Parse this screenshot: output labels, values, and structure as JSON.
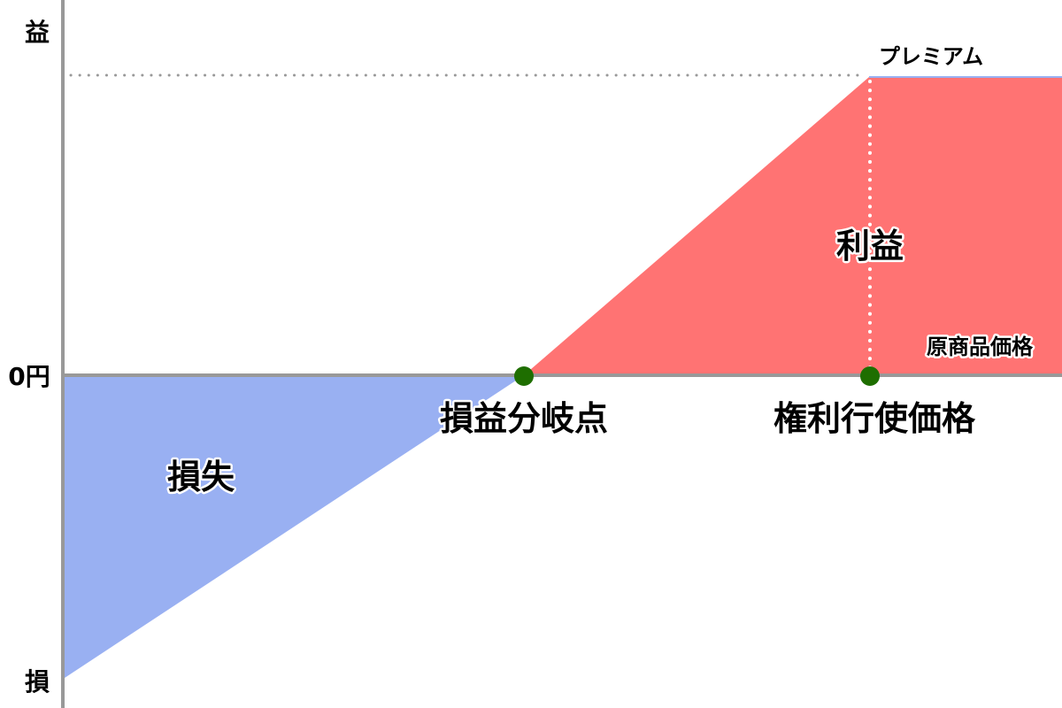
{
  "axis": {
    "top_label": "益",
    "bottom_label": "損",
    "zero_label": "0円"
  },
  "labels": {
    "premium": "プレミアム",
    "profit": "利益",
    "loss": "損失",
    "underlying_price": "原商品価格",
    "breakeven": "損益分岐点",
    "strike": "権利行使価格"
  },
  "colors": {
    "profit_fill": "#ff7373",
    "loss_fill": "#99b0f2",
    "axis": "#999999",
    "point": "#1e6e00"
  }
}
